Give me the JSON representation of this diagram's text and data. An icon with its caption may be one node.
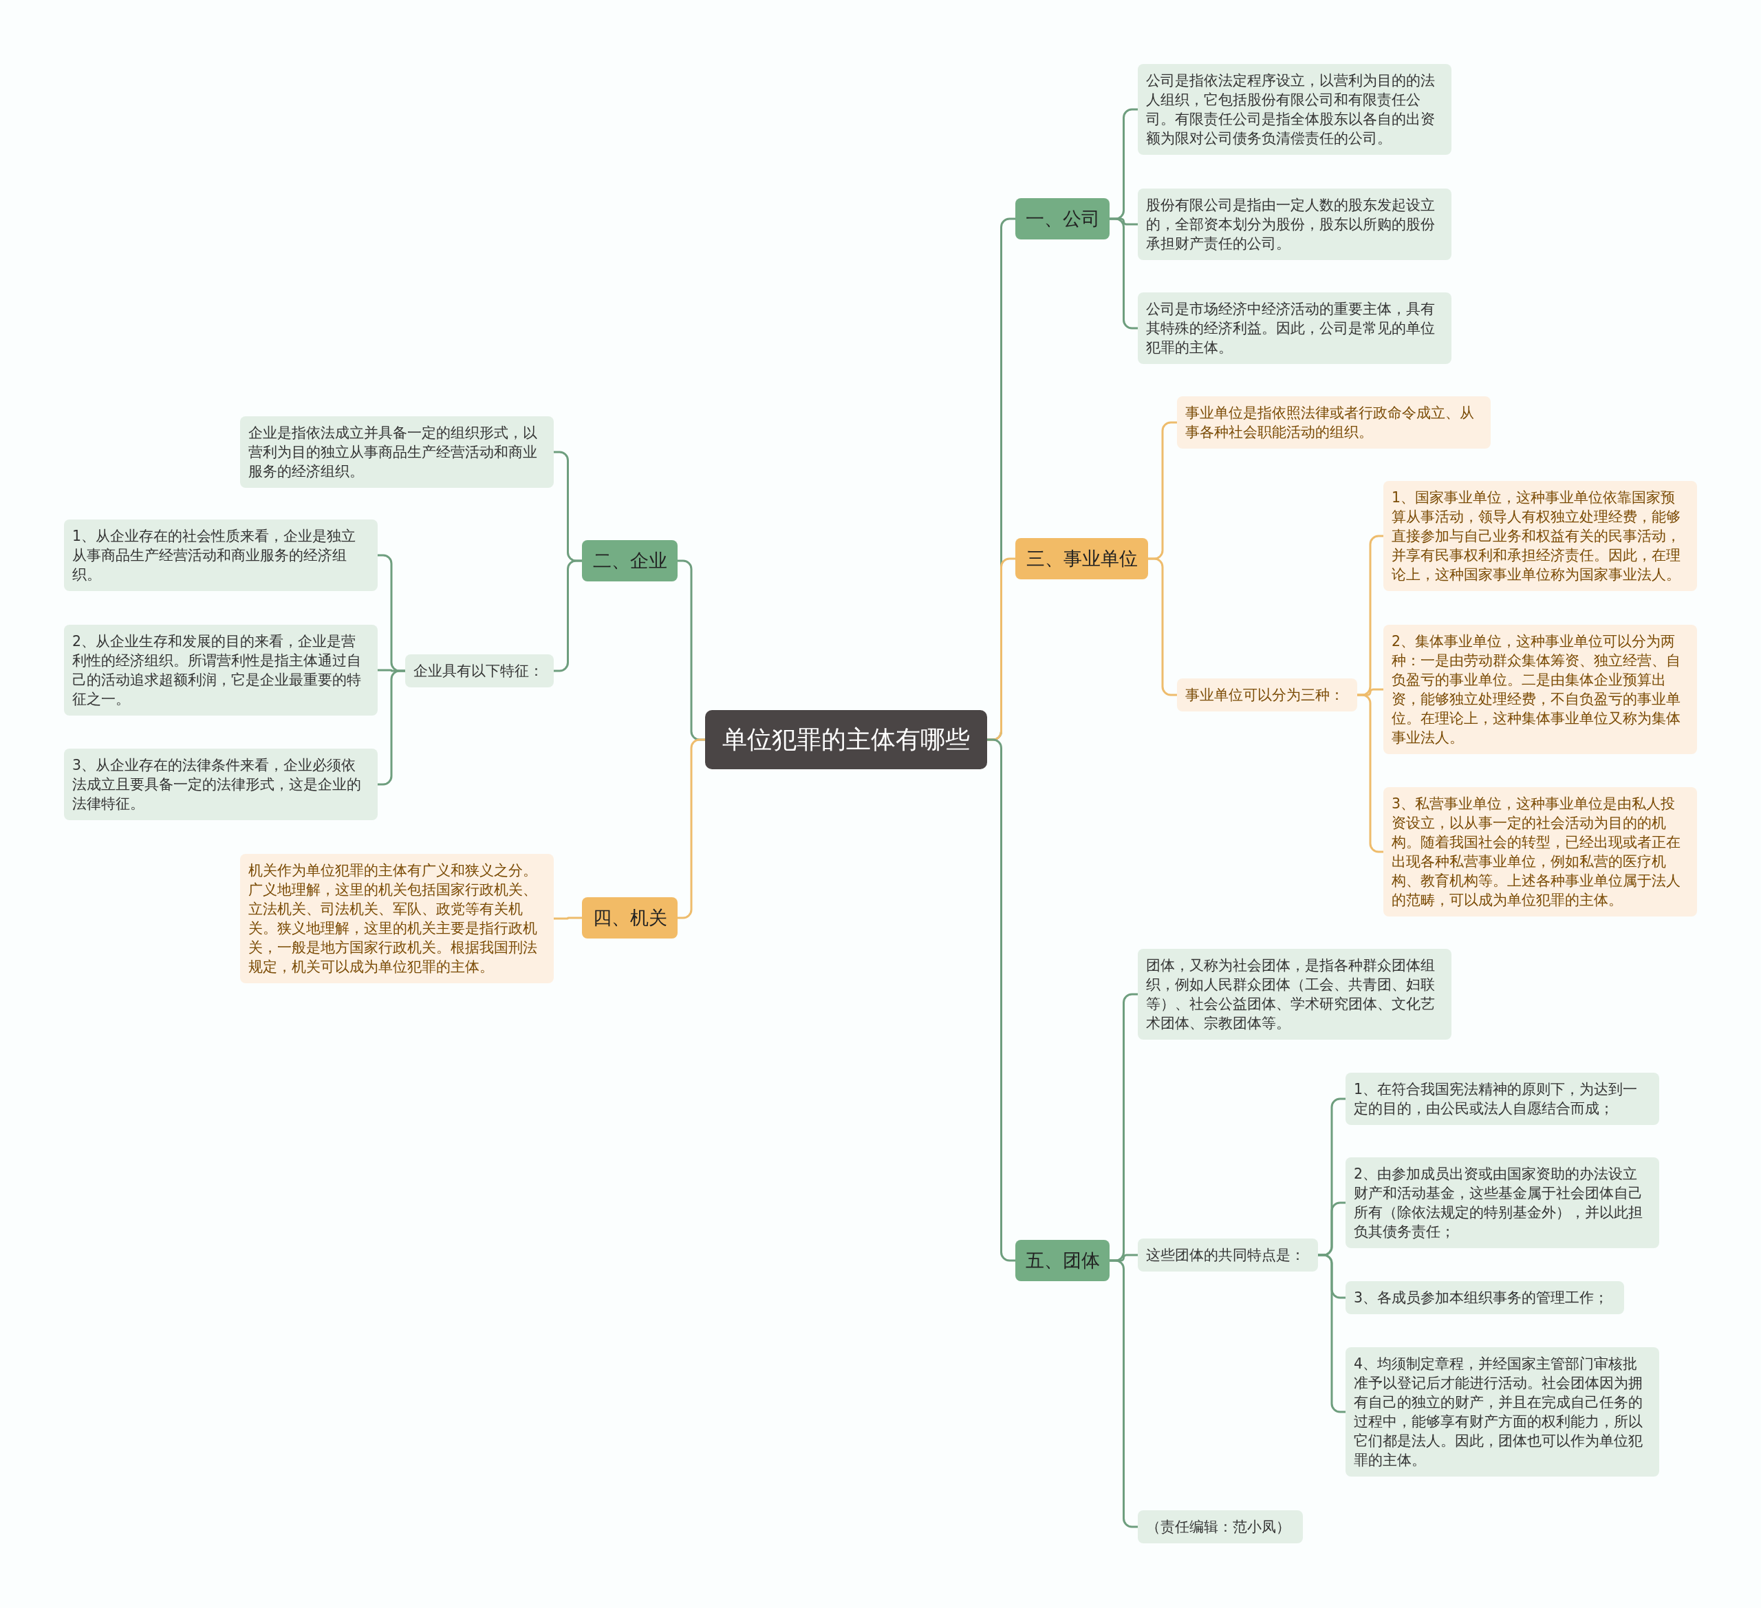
{
  "diagram": {
    "nodes": [
      {
        "text": [
          "单位犯罪的主体有哪些"
        ]
      },
      {
        "text": [
          "一、公司"
        ]
      },
      {
        "text": [
          "公司是指依法定程序设立，以营利为目的的法人组织，它包括股份有限公司和有限责任公司。有限责任公司是指全体股东以各自的出资额为限对公司债务负清偿责任的公司。"
        ]
      },
      {
        "text": [
          "股份有限公司是指由一定人数的股东发起设立的，全部资本划分为股份，股东以所购的股份承担财产责任的公司。"
        ]
      },
      {
        "text": [
          "公司是市场经济中经济活动的重要主体，具有其特殊的经济利益。因此，公司是常见的单位犯罪的主体。"
        ]
      },
      {
        "text": [
          "三、事业单位"
        ]
      },
      {
        "text": [
          "事业单位是指依照法律或者行政命令成立、从事各种社会职能活动的组织。"
        ]
      },
      {
        "text": [
          "事业单位可以分为三种："
        ]
      },
      {
        "text": [
          "1、国家事业单位，这种事业单位依靠国家预算从事活动，领导人有权独立处理经费，能够直接参加与自己业务和权益有关的民事活动，并享有民事权利和承担经济责任。因此，在理论上，这种国家事业单位称为国家事业法人。"
        ]
      },
      {
        "text": [
          "2、集体事业单位，这种事业单位可以分为两种：一是由劳动群众集体筹资、独立经营、自负盈亏的事业单位。二是由集体企业预算出资，能够独立处理经费，不自负盈亏的事业单位。在理论上，这种集体事业单位又称为集体事业法人。"
        ]
      },
      {
        "text": [
          "3、私营事业单位，这种事业单位是由私人投资设立，以从事一定的社会活动为目的的机构。随着我国社会的转型，已经出现或者正在出现各种私营事业单位，例如私营的医疗机构、教育机构等。上述各种事业单位属于法人的范畴，可以成为单位犯罪的主体。"
        ]
      },
      {
        "text": [
          "五、团体"
        ]
      },
      {
        "text": [
          "团体，又称为社会团体，是指各种群众团体组织，例如人民群众团体（工会、共青团、妇联等）、社会公益团体、学术研究团体、文化艺术团体、宗教团体等。"
        ]
      },
      {
        "text": [
          "这些团体的共同特点是："
        ]
      },
      {
        "text": [
          "1、在符合我国宪法精神的原则下，为达到一定的目的，由公民或法人自愿结合而成；"
        ]
      },
      {
        "text": [
          "2、由参加成员出资或由国家资助的办法设立财产和活动基金，这些基金属于社会团体自己所有（除依法规定的特别基金外），并以此担负其债务责任；"
        ]
      },
      {
        "text": [
          "3、各成员参加本组织事务的管理工作；"
        ]
      },
      {
        "text": [
          "4、均须制定章程，并经国家主管部门审核批准予以登记后才能进行活动。社会团体因为拥有自己的独立的财产，并且在完成自己任务的过程中，能够享有财产方面的权利能力，所以它们都是法人。因此，团体也可以作为单位犯罪的主体。"
        ]
      },
      {
        "text": [
          "（责任编辑：范小凤）"
        ]
      },
      {
        "text": [
          "二、企业"
        ]
      },
      {
        "text": [
          "企业是指依法成立并具备一定的组织形式，以营利为目的独立从事商品生产经营活动和商业服务的经济组织。"
        ]
      },
      {
        "text": [
          "企业具有以下特征："
        ]
      },
      {
        "text": [
          "1、从企业存在的社会性质来看，企业是独立从事商品生产经营活动和商业服务的经济组织。"
        ]
      },
      {
        "text": [
          "2、从企业生存和发展的目的来看，企业是营利性的经济组织。所谓营利性是指主体通过自己的活动追求超额利润，它是企业最重要的特征之一。"
        ]
      },
      {
        "text": [
          "3、从企业存在的法律条件来看，企业必须依法成立且要具备一定的法律形式，这是企业的法律特征。"
        ]
      },
      {
        "text": [
          "四、机关"
        ]
      },
      {
        "text": [
          "机关作为单位犯罪的主体有广义和狭义之分。广义地理解，这里的机关包括国家行政机关、立法机关、司法机关、军队、政党等有关机关。狭义地理解，这里的机关主要是指行政机关，一般是地方国家行政机关。根据我国刑法规定，机关可以成为单位犯罪的主体。"
        ]
      }
    ],
    "edges": [
      {
        "from": 0,
        "to": 1,
        "arrow": "none"
      },
      {
        "from": 1,
        "to": 2,
        "arrow": "none"
      },
      {
        "from": 1,
        "to": 3,
        "arrow": "none"
      },
      {
        "from": 1,
        "to": 4,
        "arrow": "none"
      },
      {
        "from": 0,
        "to": 5,
        "arrow": "none",
        "color": "#eebc6c"
      },
      {
        "from": 5,
        "to": 6,
        "arrow": "none",
        "color": "#eebc6c"
      },
      {
        "from": 5,
        "to": 7,
        "arrow": "none",
        "color": "#eebc6c"
      },
      {
        "from": 7,
        "to": 8,
        "arrow": "none",
        "color": "#eebc6c"
      },
      {
        "from": 7,
        "to": 9,
        "arrow": "none",
        "color": "#eebc6c"
      },
      {
        "from": 7,
        "to": 10,
        "arrow": "none",
        "color": "#eebc6c"
      },
      {
        "from": 0,
        "to": 11,
        "arrow": "none"
      },
      {
        "from": 11,
        "to": 12,
        "arrow": "none"
      },
      {
        "from": 11,
        "to": 13,
        "arrow": "none"
      },
      {
        "from": 13,
        "to": 14,
        "arrow": "none"
      },
      {
        "from": 13,
        "to": 15,
        "arrow": "none"
      },
      {
        "from": 13,
        "to": 16,
        "arrow": "none"
      },
      {
        "from": 13,
        "to": 17,
        "arrow": "none"
      },
      {
        "from": 11,
        "to": 18,
        "arrow": "none"
      },
      {
        "from": 0,
        "to": 19,
        "arrow": "none"
      },
      {
        "from": 19,
        "to": 20,
        "arrow": "none"
      },
      {
        "from": 19,
        "to": 21,
        "arrow": "none"
      },
      {
        "from": 21,
        "to": 22,
        "arrow": "none"
      },
      {
        "from": 21,
        "to": 23,
        "arrow": "none"
      },
      {
        "from": 21,
        "to": 24,
        "arrow": "none"
      },
      {
        "from": 0,
        "to": 25,
        "arrow": "none",
        "color": "#eebc6c"
      },
      {
        "from": 25,
        "to": 26,
        "arrow": "none",
        "color": "#eebc6c"
      }
    ]
  }
}
